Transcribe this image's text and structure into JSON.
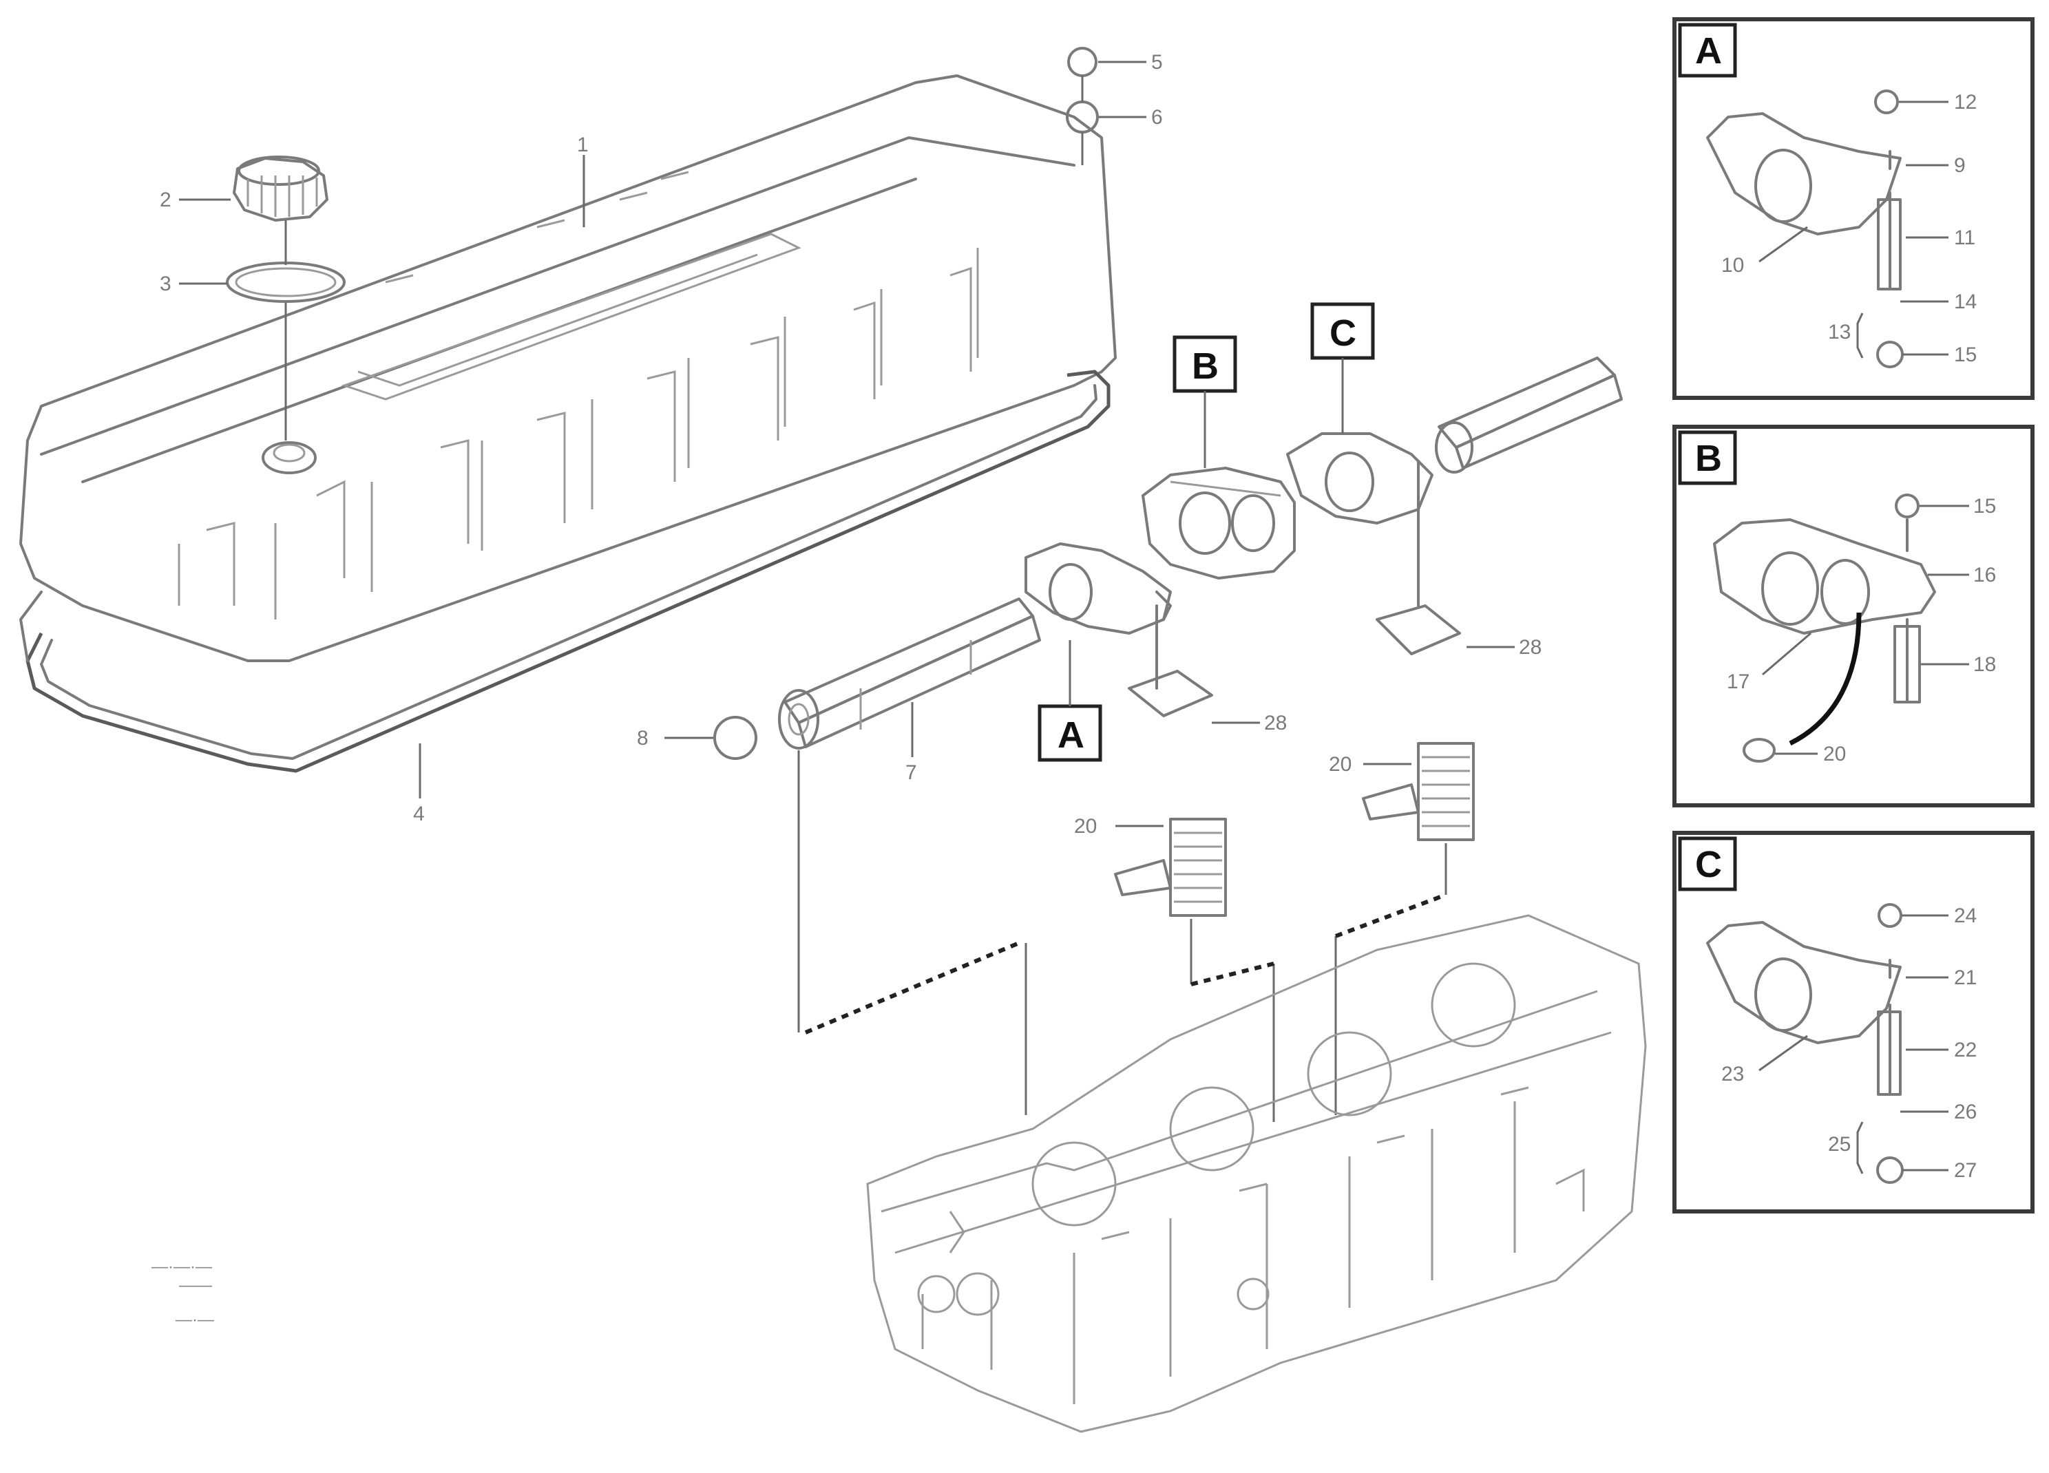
{
  "diagram": {
    "detail_labels": [
      "A",
      "B",
      "C"
    ],
    "main_callouts": {
      "c1": "1",
      "c2": "2",
      "c3": "3",
      "c4": "4",
      "c5": "5",
      "c6": "6",
      "c7": "7",
      "c8": "8",
      "c20a": "20",
      "c20b": "20",
      "c28a": "28",
      "c28b": "28"
    },
    "panel_a_callouts": [
      "12",
      "9",
      "11",
      "14",
      "13",
      "15",
      "10"
    ],
    "panel_b_callouts": [
      "15",
      "16",
      "18",
      "17",
      "20"
    ],
    "panel_c_callouts": [
      "24",
      "21",
      "22",
      "26",
      "25",
      "27",
      "23"
    ],
    "reference": {
      "line1": "—·—·—",
      "line2": "——",
      "line3": "—·—"
    }
  }
}
